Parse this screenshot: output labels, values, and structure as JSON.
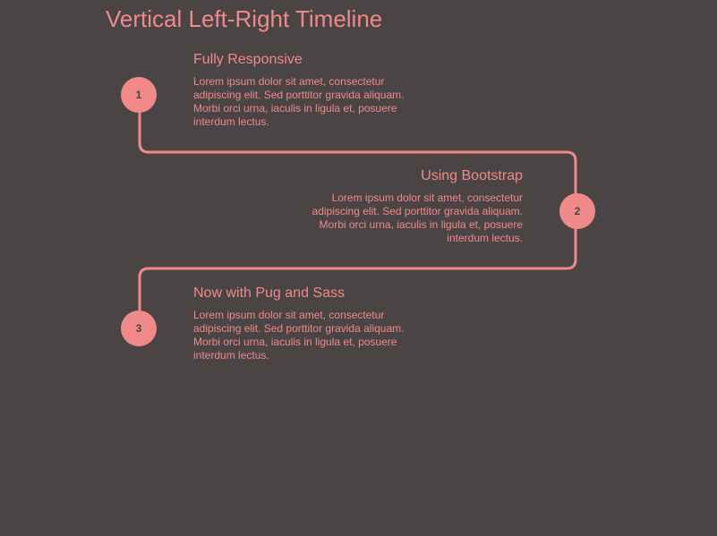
{
  "page": {
    "title": "Vertical Left-Right Timeline"
  },
  "colors": {
    "background": "#4a4445",
    "accent": "#f08a8a"
  },
  "timeline": {
    "items": [
      {
        "number": "1",
        "title": "Fully Responsive",
        "text": "Lorem ipsum dolor sit amet, consectetur adipiscing elit. Sed porttitor gravida aliquam. Morbi orci urna, iaculis in ligula et, posuere interdum lectus."
      },
      {
        "number": "2",
        "title": "Using Bootstrap",
        "text": "Lorem ipsum dolor sit amet, consectetur adipiscing elit. Sed porttitor gravida aliquam. Morbi orci urna, iaculis in ligula et, posuere interdum lectus."
      },
      {
        "number": "3",
        "title": "Now with Pug and Sass",
        "text": "Lorem ipsum dolor sit amet, consectetur adipiscing elit. Sed porttitor gravida aliquam. Morbi orci urna, iaculis in ligula et, posuere interdum lectus."
      }
    ]
  }
}
